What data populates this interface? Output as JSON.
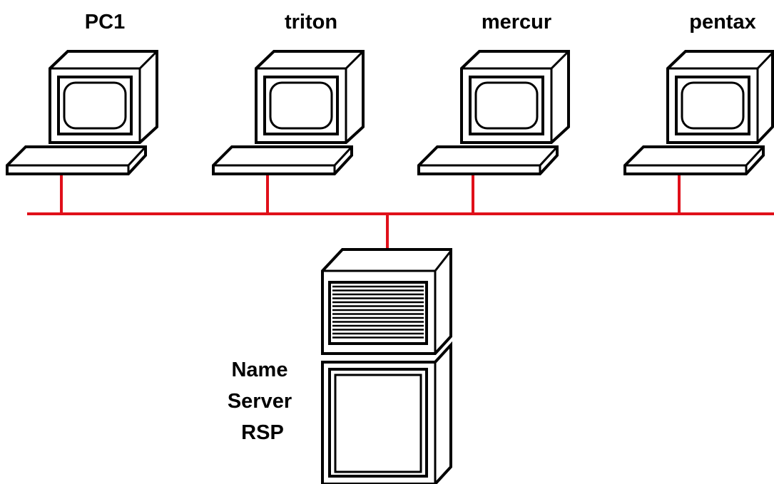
{
  "colors": {
    "network_line": "#e0101a",
    "outline": "#000000",
    "background": "#ffffff"
  },
  "computers": [
    {
      "label": "PC1",
      "icon": "computer-terminal-icon"
    },
    {
      "label": "triton",
      "icon": "computer-terminal-icon"
    },
    {
      "label": "mercur",
      "icon": "computer-terminal-icon"
    },
    {
      "label": "pentax",
      "icon": "computer-terminal-icon"
    }
  ],
  "server": {
    "icon": "server-tower-icon",
    "label_lines": [
      "Name",
      "Server",
      "RSP"
    ]
  }
}
